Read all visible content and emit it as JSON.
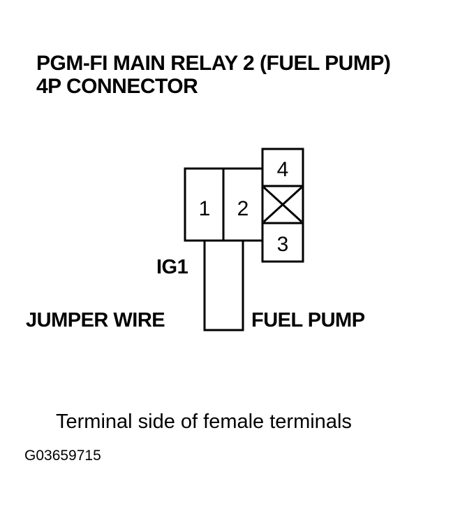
{
  "title": {
    "line1": "PGM-FI MAIN RELAY 2 (FUEL PUMP)",
    "line2": "4P CONNECTOR"
  },
  "connector": {
    "terminals": [
      {
        "number": "1"
      },
      {
        "number": "2"
      },
      {
        "number": "4"
      },
      {
        "number": "3"
      }
    ],
    "unused_cavity": "X"
  },
  "labels": {
    "ig1": "IG1",
    "jumper_wire": "JUMPER WIRE",
    "fuel_pump": "FUEL PUMP"
  },
  "caption": "Terminal side of female terminals",
  "figure_id": "G03659715"
}
